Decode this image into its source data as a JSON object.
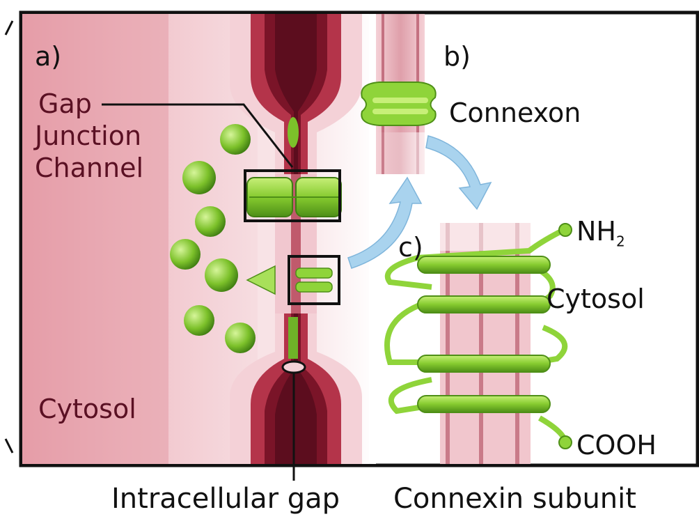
{
  "panels": {
    "a": "a)",
    "b": "b)",
    "c": "c)"
  },
  "labels": {
    "gap_junction_line1": "Gap",
    "gap_junction_line2": "Junction",
    "gap_junction_line3": "Channel",
    "connexon": "Connexon",
    "nh2_main": "NH",
    "nh2_sub": "2",
    "cytosol_right": "Cytosol",
    "cytosol_left": "Cytosol",
    "cooh": "COOH"
  },
  "captions": {
    "intracellular_gap": "Intracellular gap",
    "connexin_subunit": "Connexin subunit"
  },
  "colors": {
    "cell_pink": "#e8a6b0",
    "membrane_dark": "#8a1b30",
    "protein_green": "#8fd43a",
    "arrow_blue": "#a9d3ee",
    "label_dark": "#5a1023"
  }
}
